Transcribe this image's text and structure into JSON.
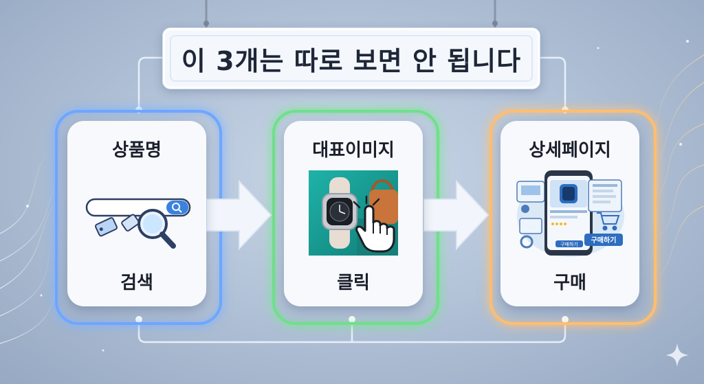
{
  "title": "이 3개는 따로 보면 안 됩니다",
  "steps": [
    {
      "top": "상품명",
      "bottom": "검색",
      "color": "#6ea6ff",
      "icon": "search-illustration"
    },
    {
      "top": "대표이미지",
      "bottom": "클릭",
      "color": "#6fe08a",
      "icon": "watch-click-illustration"
    },
    {
      "top": "상세페이지",
      "bottom": "구매",
      "color": "#ffbe70",
      "icon": "phone-shop-illustration"
    }
  ],
  "phone": {
    "buy_button": "구매하기",
    "small_button": "구매하기"
  }
}
